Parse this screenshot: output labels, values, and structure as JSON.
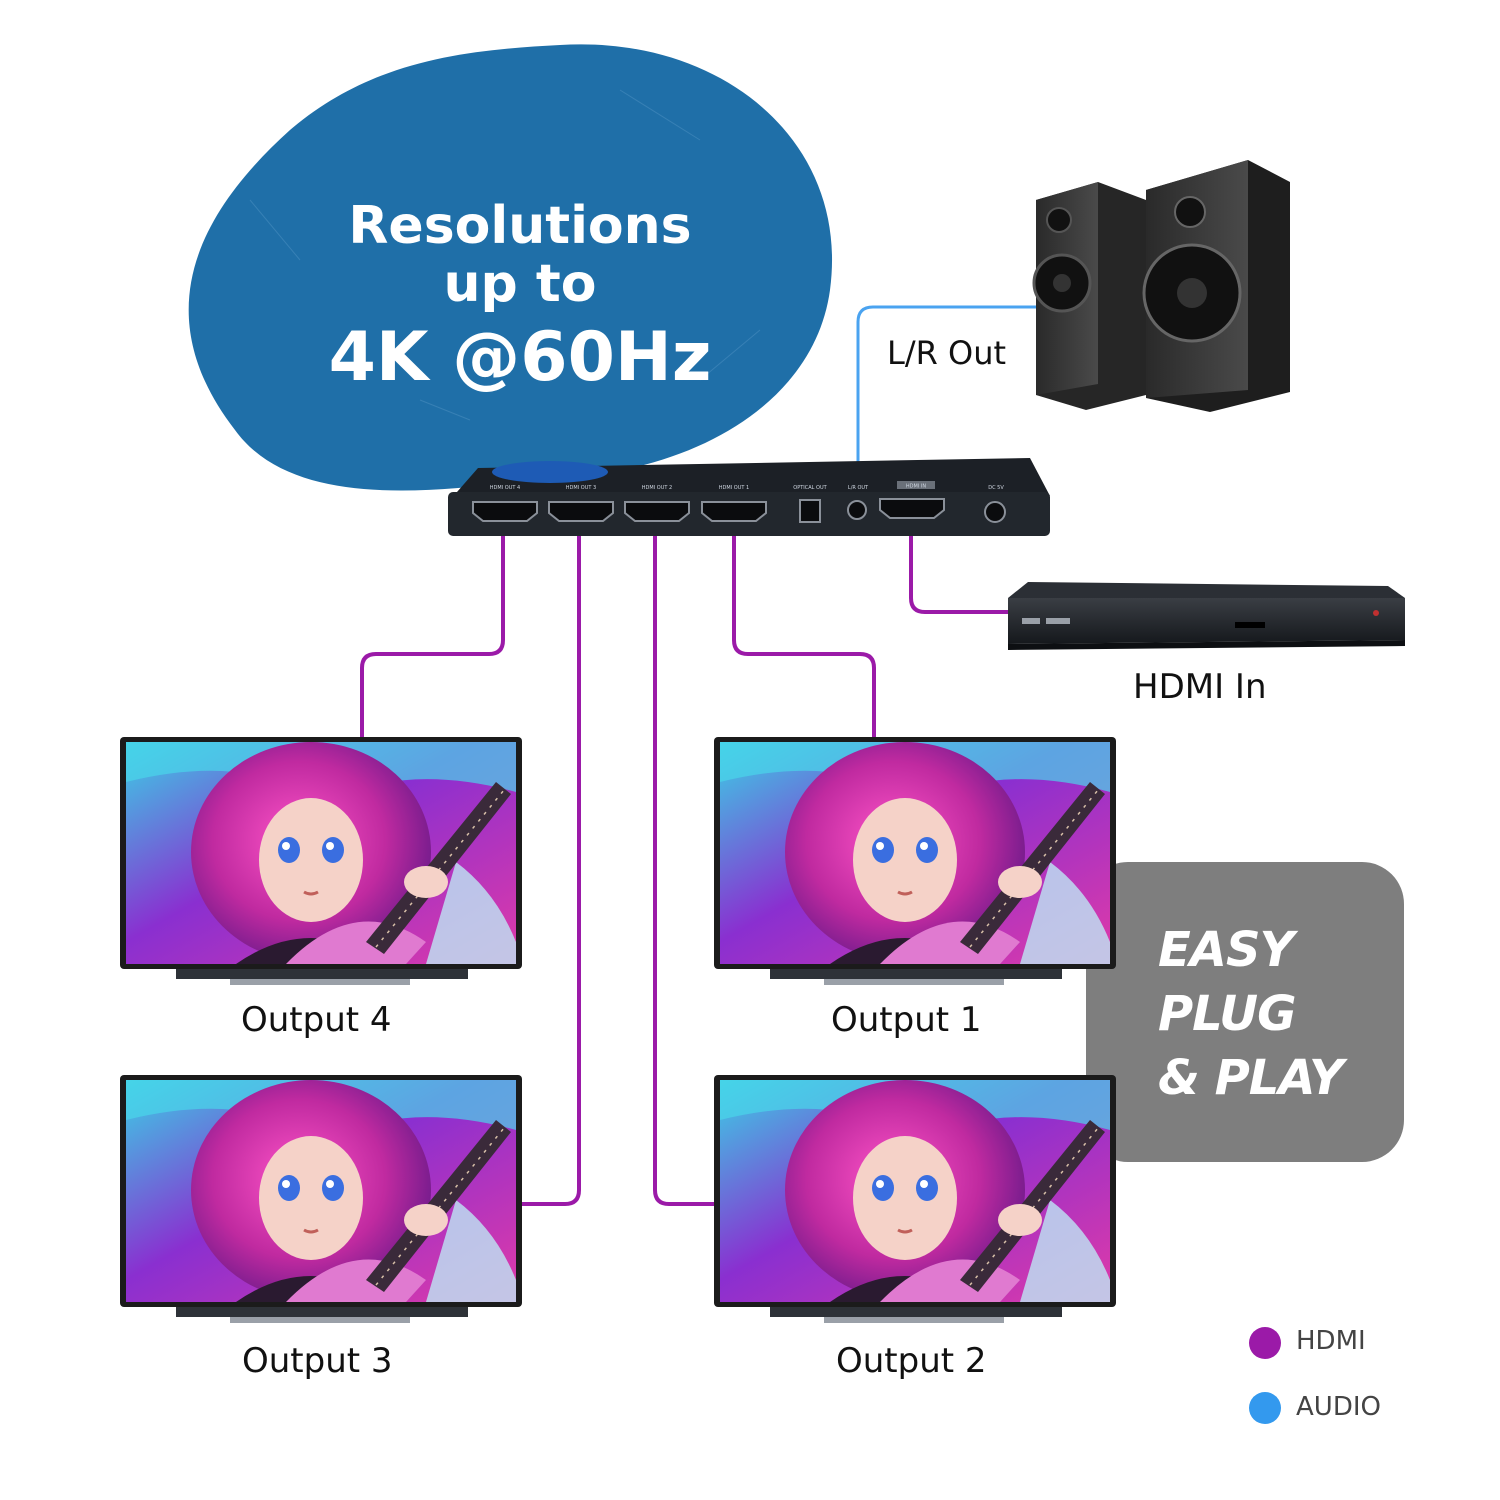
{
  "headline": {
    "line1": "Resolutions",
    "line2": "up to",
    "line3": "4K @60Hz"
  },
  "labels": {
    "lr_out": "L/R Out",
    "hdmi_in": "HDMI In",
    "output1": "Output 1",
    "output2": "Output 2",
    "output3": "Output 3",
    "output4": "Output 4"
  },
  "badge": {
    "line1": "EASY",
    "line2": "PLUG",
    "line3": "& PLAY"
  },
  "device_ports": [
    "HDMI OUT 4",
    "HDMI OUT 3",
    "HDMI OUT 2",
    "HDMI OUT 1",
    "OPTICAL OUT",
    "L/R OUT",
    "HDMI IN",
    "DC 5V"
  ],
  "legend": [
    {
      "label": "HDMI",
      "color": "#9b1aa8"
    },
    {
      "label": "AUDIO",
      "color": "#3399ee"
    }
  ],
  "colors": {
    "hdmi_cable": "#9b1aa8",
    "audio_cable": "#4aa3f0",
    "blob": "#1f6fa8",
    "badge_bg": "#7e7e7e"
  }
}
